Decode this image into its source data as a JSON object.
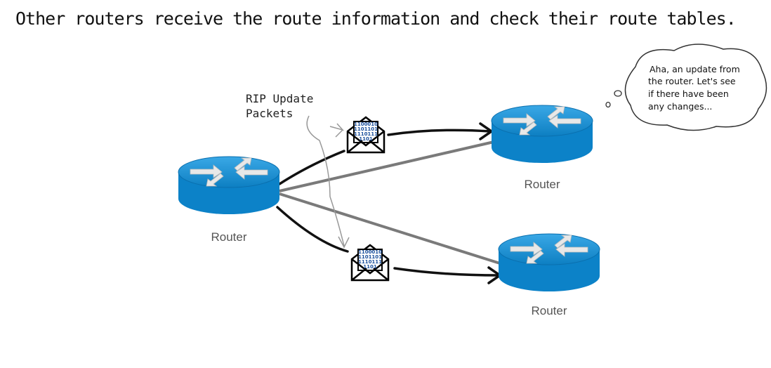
{
  "title": "Other routers receive the route information and check their route tables.",
  "routers": [
    {
      "label": "Router"
    },
    {
      "label": "Router"
    },
    {
      "label": "Router"
    }
  ],
  "annotation": {
    "line1": "RIP Update",
    "line2": "Packets"
  },
  "envelope_bits": [
    "1100010",
    "1101101",
    "1110111",
    "1101"
  ],
  "thought_bubble": {
    "lines": [
      "Aha, an update from",
      "the router. Let's see",
      "if there have been",
      "any changes..."
    ]
  },
  "colors": {
    "router": "#1a8fd0",
    "router_top": "#2b9fe0",
    "link_gray": "#7a7a7a",
    "arrow": "#111111"
  }
}
